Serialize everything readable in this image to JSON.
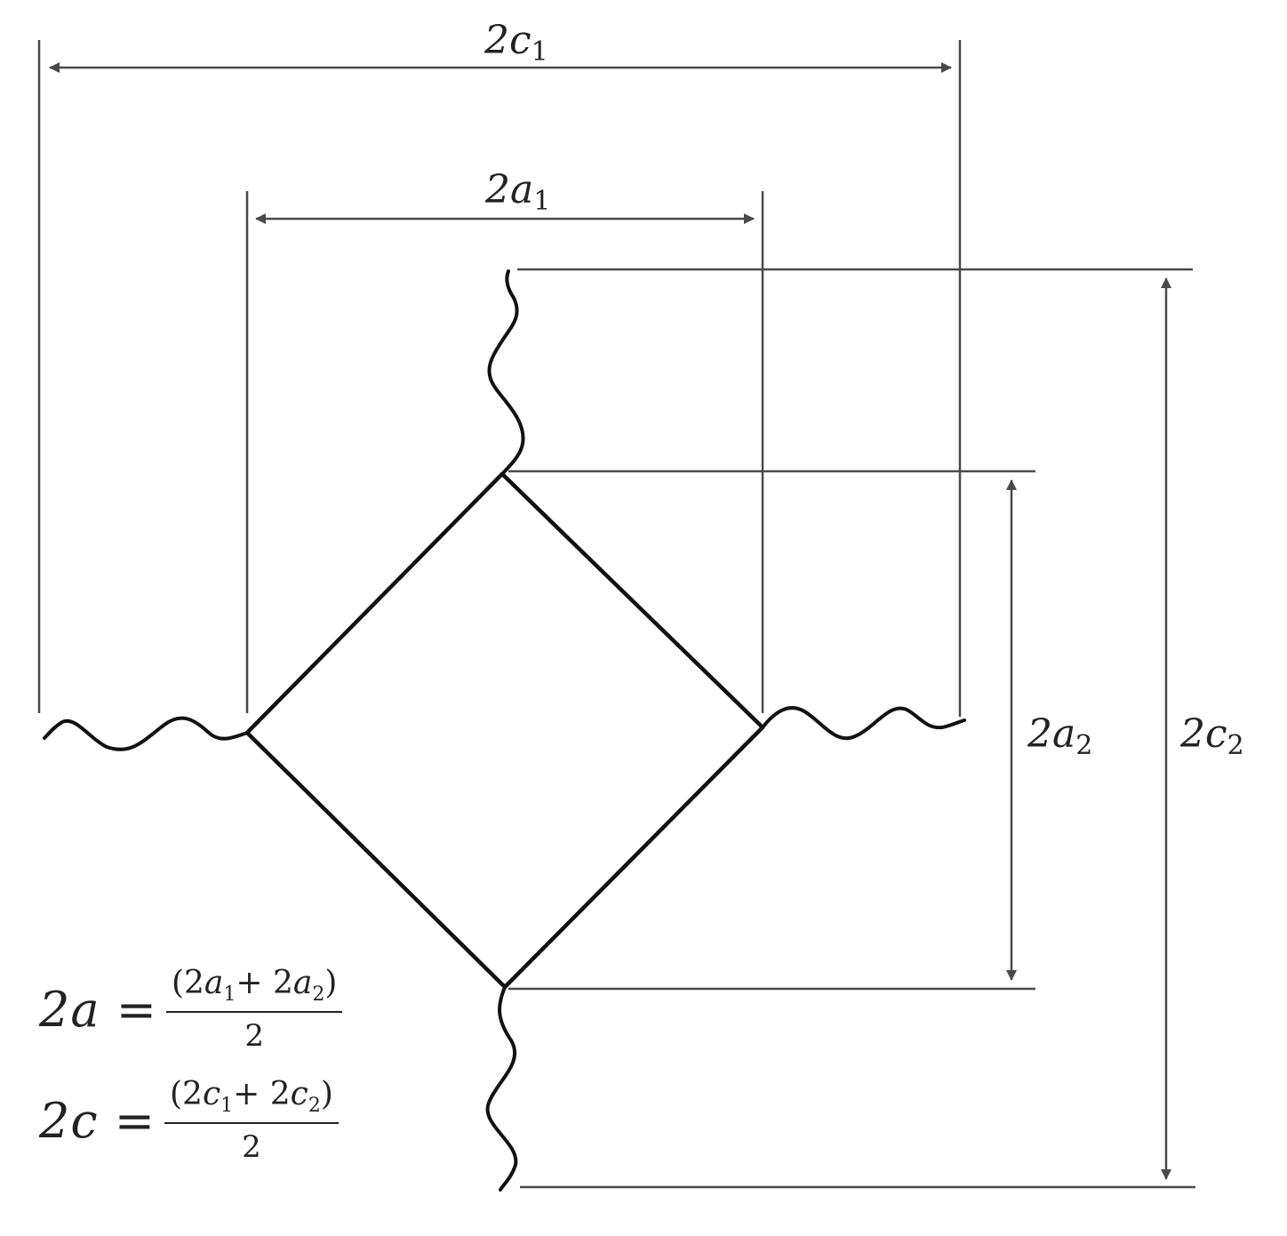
{
  "labels": {
    "c1": {
      "base": "2c",
      "sub": "1"
    },
    "a1": {
      "base": "2a",
      "sub": "1"
    },
    "a2": {
      "base": "2a",
      "sub": "2"
    },
    "c2": {
      "base": "2c",
      "sub": "2"
    }
  },
  "formulas": {
    "a": {
      "lhs": "2a =",
      "num_open": "(2",
      "num_var1": "a",
      "num_sub1": "1",
      "num_mid": "+ 2",
      "num_var2": "a",
      "num_sub2": "2",
      "num_close": ")",
      "den": "2"
    },
    "c": {
      "lhs": "2c =",
      "num_open": "(2",
      "num_var1": "c",
      "num_sub1": "1",
      "num_mid": "+ 2",
      "num_var2": "c",
      "num_sub2": "2",
      "num_close": ")",
      "den": "2"
    }
  }
}
